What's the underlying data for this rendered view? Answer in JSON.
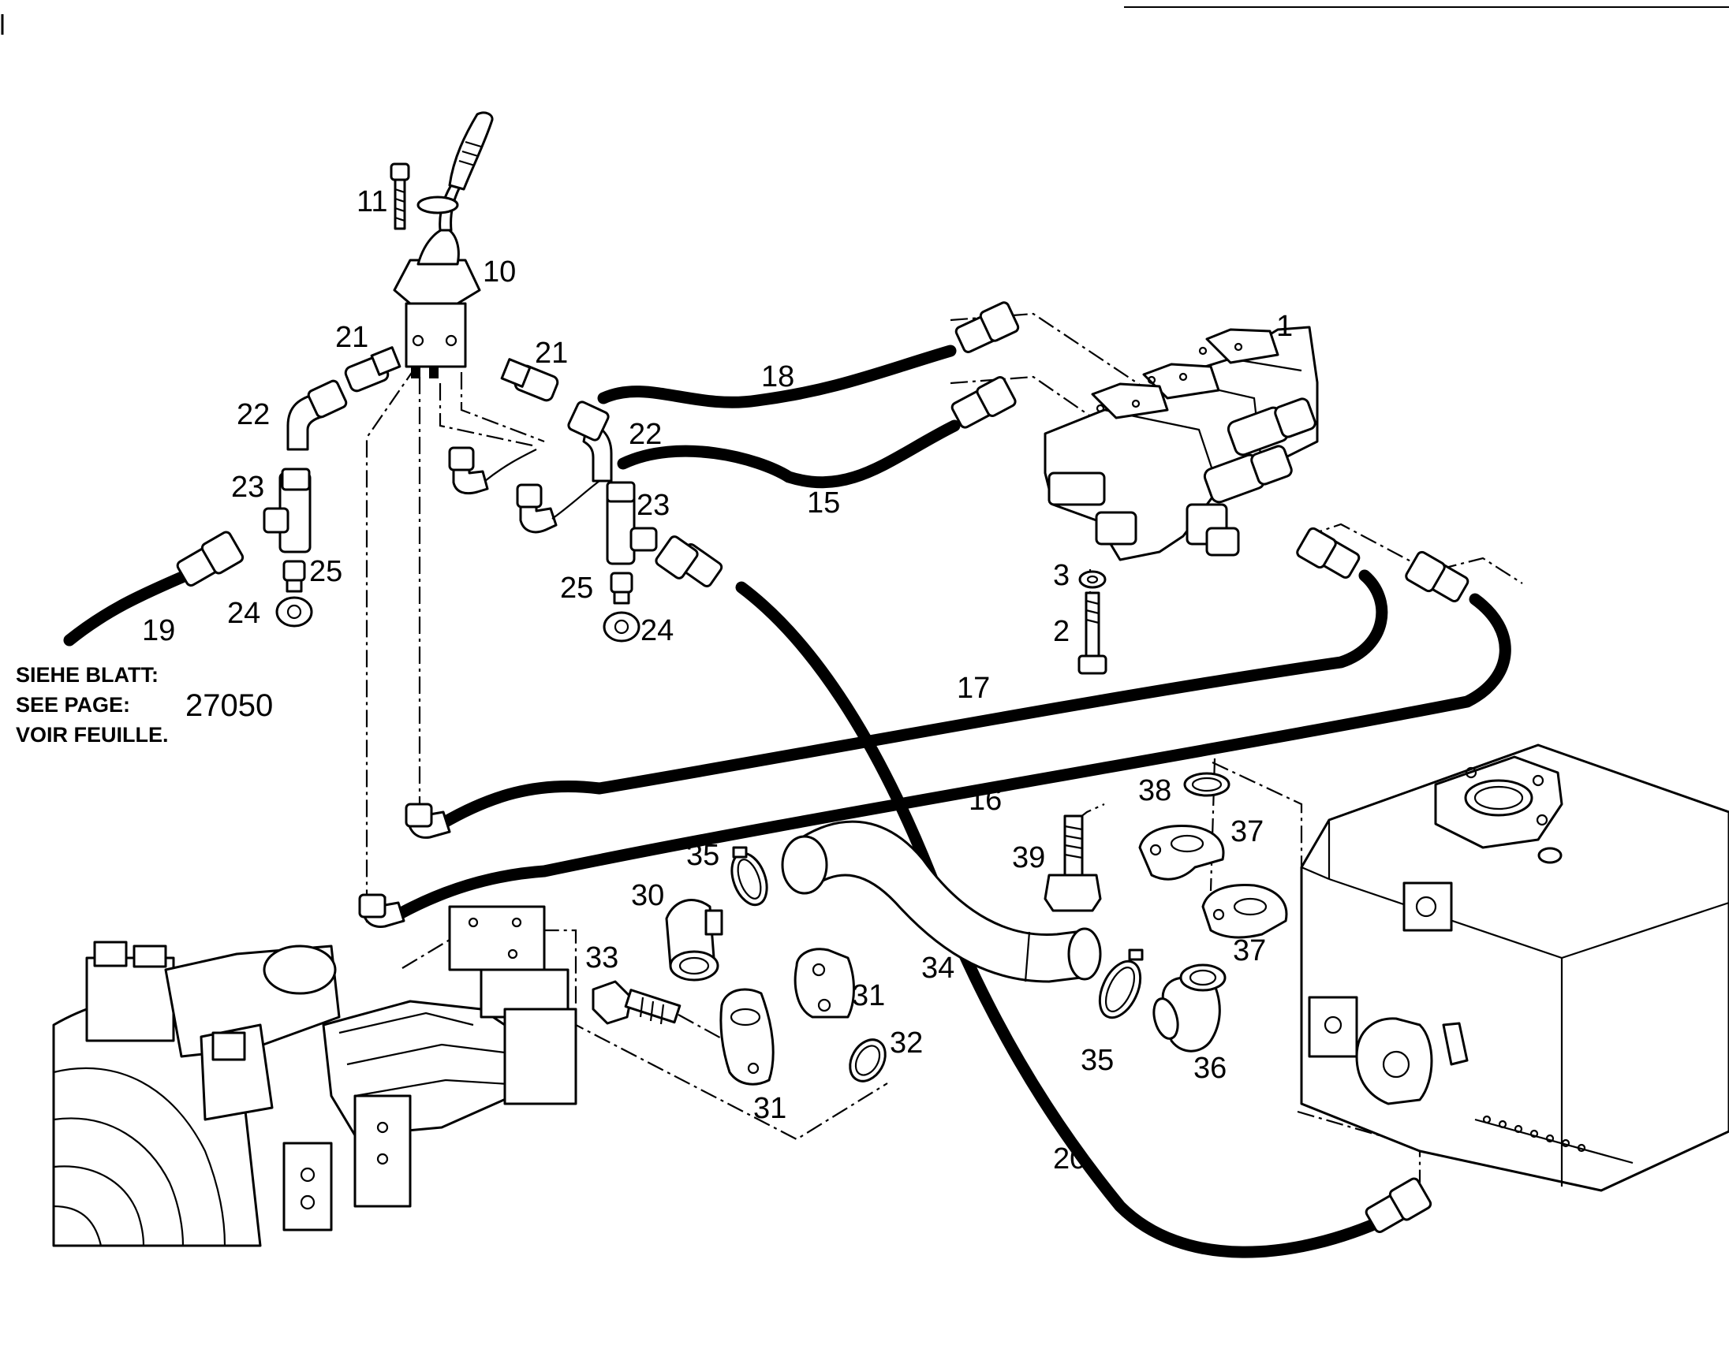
{
  "diagram": {
    "callouts": [
      {
        "id": "1",
        "text": "1"
      },
      {
        "id": "2",
        "text": "2"
      },
      {
        "id": "3",
        "text": "3"
      },
      {
        "id": "10",
        "text": "10"
      },
      {
        "id": "11",
        "text": "11"
      },
      {
        "id": "15",
        "text": "15"
      },
      {
        "id": "16",
        "text": "16"
      },
      {
        "id": "17",
        "text": "17"
      },
      {
        "id": "18",
        "text": "18"
      },
      {
        "id": "19",
        "text": "19"
      },
      {
        "id": "20",
        "text": "20"
      },
      {
        "id": "21a",
        "text": "21"
      },
      {
        "id": "21b",
        "text": "21"
      },
      {
        "id": "22a",
        "text": "22"
      },
      {
        "id": "22b",
        "text": "22"
      },
      {
        "id": "23a",
        "text": "23"
      },
      {
        "id": "23b",
        "text": "23"
      },
      {
        "id": "24a",
        "text": "24"
      },
      {
        "id": "24b",
        "text": "24"
      },
      {
        "id": "25a",
        "text": "25"
      },
      {
        "id": "25b",
        "text": "25"
      },
      {
        "id": "30",
        "text": "30"
      },
      {
        "id": "31a",
        "text": "31"
      },
      {
        "id": "31b",
        "text": "31"
      },
      {
        "id": "32",
        "text": "32"
      },
      {
        "id": "33",
        "text": "33"
      },
      {
        "id": "34",
        "text": "34"
      },
      {
        "id": "35a",
        "text": "35"
      },
      {
        "id": "35b",
        "text": "35"
      },
      {
        "id": "36",
        "text": "36"
      },
      {
        "id": "37a",
        "text": "37"
      },
      {
        "id": "37b",
        "text": "37"
      },
      {
        "id": "38",
        "text": "38"
      },
      {
        "id": "39",
        "text": "39"
      }
    ],
    "note": {
      "line1": "SIEHE BLATT:",
      "line2": "SEE PAGE:",
      "page_number": "27050",
      "line3": "VOIR FEUILLE."
    }
  }
}
